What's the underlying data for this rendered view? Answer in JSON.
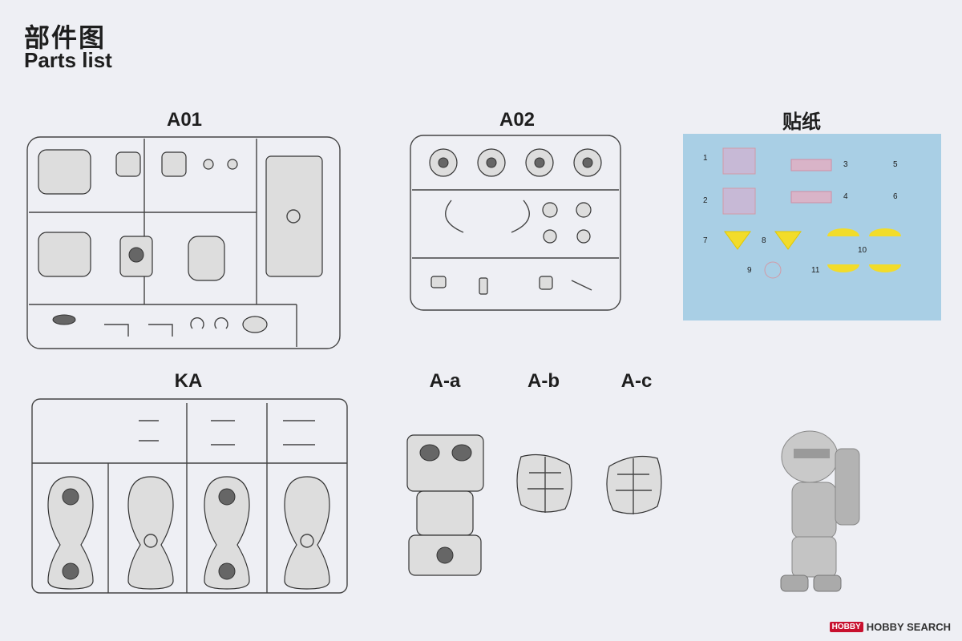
{
  "header": {
    "title_cn": "部件图",
    "title_en": "Parts list"
  },
  "sprues": {
    "a01": "A01",
    "a02": "A02",
    "decal": "贴纸",
    "ka": "KA",
    "aa": "A-a",
    "ab": "A-b",
    "ac": "A-c"
  },
  "decal_numbers": [
    "1",
    "2",
    "3",
    "4",
    "5",
    "6",
    "7",
    "8",
    "9",
    "10",
    "11"
  ],
  "footer": {
    "brand": "HOBBY",
    "text": "HOBBY SEARCH"
  },
  "colors": {
    "background": "#eeeff4",
    "decal_sheet": "#a9cfe5",
    "decal_yellow": "#f2dc2a",
    "decal_pink": "#e8b4c8"
  }
}
